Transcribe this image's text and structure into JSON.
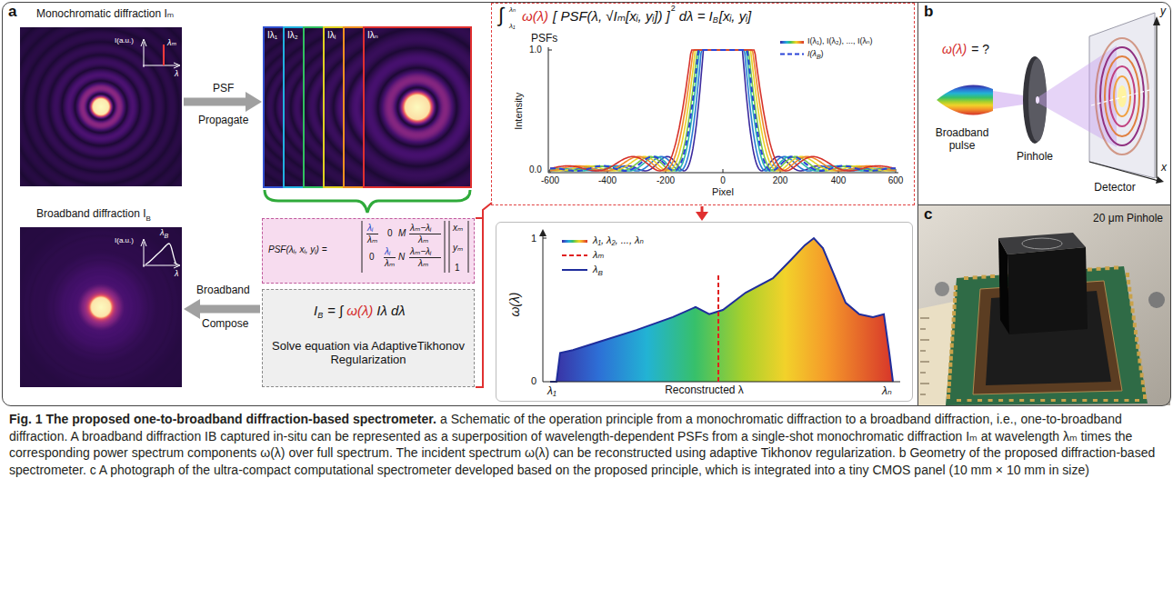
{
  "diagram": {
    "title": "Fig. 1 The proposed one-to-broadband diffraction-based spectrometer.",
    "caption": "a Schematic of the operation principle from a monochromatic diffraction to a broadband diffraction, i.e., one-to-broadband diffraction. A broadband diffraction IB captured in-situ can be represented as a superposition of wavelength-dependent PSFs from a single-shot monochromatic diffraction Iₘ at wavelength λₘ times the corresponding power spectrum components ω(λ) over full spectrum. The incident spectrum ω(λ) can be reconstructed using adaptive Tikhonov regularization. b Geometry of the proposed diffraction-based spectrometer. c A photograph of the ultra-compact computational spectrometer developed based on the proposed principle, which is integrated into a tiny CMOS panel (10 mm × 10 mm in size)",
    "nodes": [
      {
        "text": [
          "a"
        ]
      },
      {
        "text": [
          "Monochromatic diffraction Iₘ"
        ],
        "in": 0
      },
      {
        "text": [
          "Iλ₁",
          "Iλ₂",
          "Iλᵢ",
          "Iλₙ"
        ],
        "in": 0
      },
      {
        "text": [
          "PSF(λᵢ, xᵢ, yᵢ) ="
        ],
        "in": 0
      },
      {
        "text": [
          "Solve equation via AdaptiveTikhonov Regularization"
        ],
        "in": 0
      },
      {
        "text": [
          "Broadband diffraction I"
        ],
        "in": 0
      },
      {
        "text": [
          "PSFs"
        ],
        "in": 0
      },
      {
        "text": [
          "Reconstructed λ"
        ],
        "in": 0
      },
      {
        "text": [
          "b"
        ]
      },
      {
        "text": [
          "c",
          "20 μm Pinhole"
        ]
      }
    ],
    "edges": [
      {
        "from": 1,
        "to": 2,
        "arrow": "to"
      },
      {
        "from": 4,
        "to": 5,
        "arrow": "to"
      },
      {
        "from": 6,
        "to": 7,
        "arrow": "to"
      }
    ],
    "labels": [
      "I(a.u.)",
      "λ",
      "λₘ",
      "PSF",
      "Propagate",
      "Broadband",
      "Compose",
      "I(a.u.)",
      "λ",
      "λ",
      "B",
      "B",
      "I",
      "B",
      "= ∫",
      "ω(λ)",
      "Iλ dλ",
      "λᵢ",
      "λₘ",
      "0",
      "M",
      "λₘ−λᵢ",
      "λₘ",
      "0",
      "λᵢ",
      "λₘ",
      "N",
      "λₘ−λᵢ",
      "λₘ",
      "xₘ",
      "yₘ",
      "1",
      "∫",
      "λₙ",
      "λ₁",
      "ω(λ)",
      "[ PSF(λ, √Iₘ[xᵢ, yᵢ]) ]",
      "2",
      "dλ = I",
      "B",
      "[xᵢ, yᵢ]",
      "1.0",
      "0.0",
      "Intensity",
      "-600",
      "-400",
      "-200",
      "0",
      "200",
      "400",
      "600",
      "Pixel",
      "I(λ₁), I(λ₂), ..., I(λₙ)",
      "I(λ",
      "B",
      ")",
      "ω(λ)",
      "1",
      "0",
      "λ₁",
      "λₙ",
      "λ₁, λ₂, ..., λₙ",
      "λₘ",
      "λ",
      "B",
      "ω(λ)",
      "= ?",
      "Broadband pulse",
      "Pinhole",
      "Detector",
      "y",
      "x"
    ]
  }
}
